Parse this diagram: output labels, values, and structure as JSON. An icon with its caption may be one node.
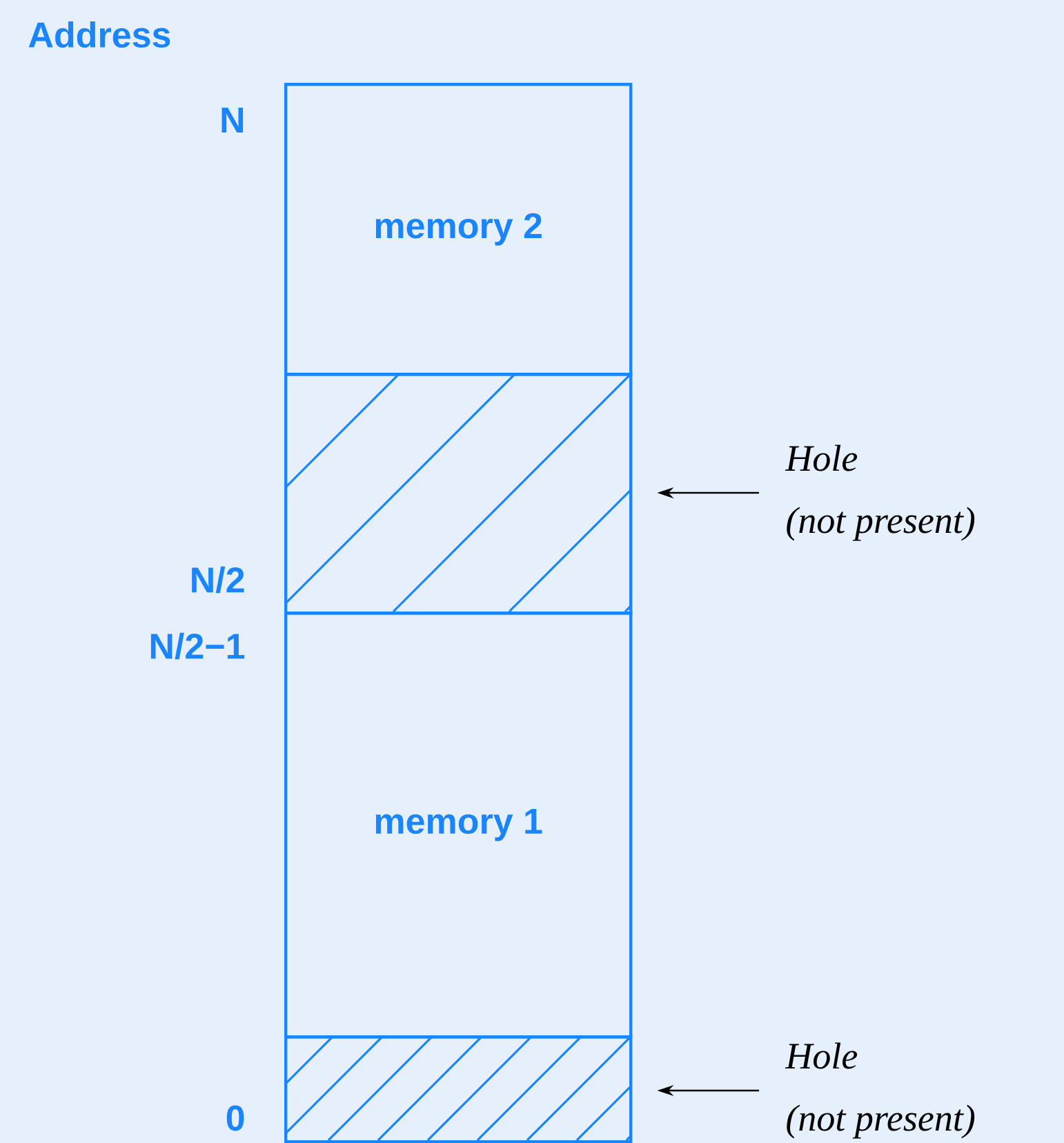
{
  "diagram": {
    "nodes": [
      {
        "text": [
          "memory 2"
        ]
      },
      {
        "text": [],
        "shape": "box"
      },
      {
        "text": [
          "Hole (not present)"
        ]
      },
      {
        "text": [
          "memory 1"
        ]
      },
      {
        "text": [],
        "shape": "box"
      },
      {
        "text": [
          "Hole (not present)"
        ]
      }
    ],
    "edges": [
      {
        "from": 2,
        "to": 1,
        "arrow": "to"
      },
      {
        "from": 5,
        "to": 4,
        "arrow": "to"
      }
    ],
    "labels": [
      "Address",
      "N",
      "N/2",
      "N/2−1",
      "0"
    ]
  }
}
